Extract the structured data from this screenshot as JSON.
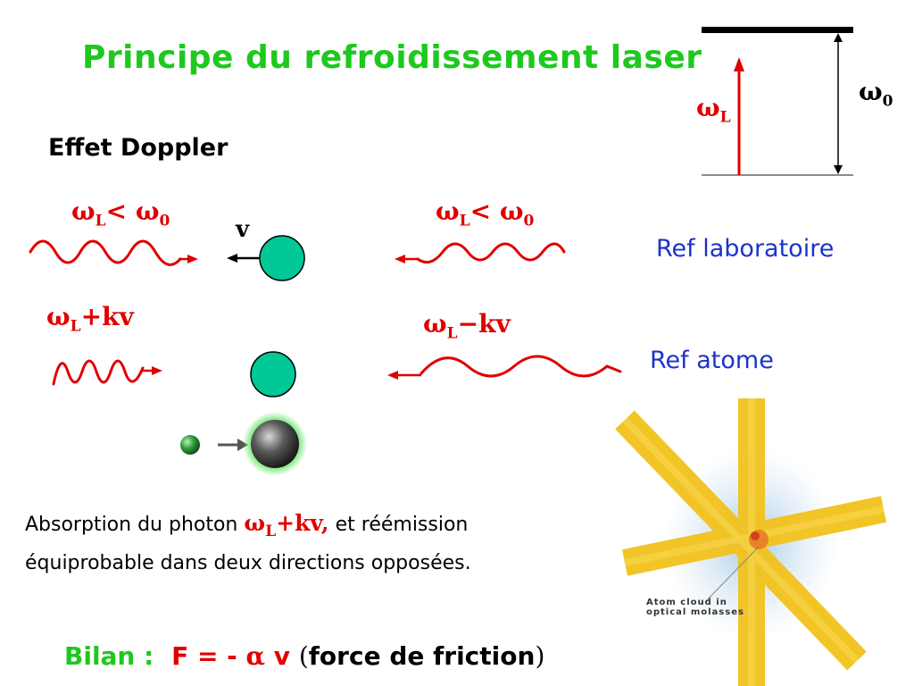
{
  "title": "Principe du refroidissement laser",
  "subtitle": "Effet Doppler",
  "energy_diagram": {
    "omega_L": "ω",
    "omega_L_sub": "L",
    "omega_0": "ω",
    "omega_0_sub": "0"
  },
  "row1": {
    "left_label": {
      "w": "ω",
      "sub": "L",
      "rel": "< ω",
      "sub2": "0"
    },
    "right_label": {
      "w": "ω",
      "sub": "L",
      "rel": "< ω",
      "sub2": "0"
    },
    "velocity": "v"
  },
  "row2": {
    "left_label": {
      "w": "ω",
      "sub": "L",
      "rest": "+kv"
    },
    "right_label": {
      "w": "ω",
      "sub": "L",
      "rest": "−kv"
    }
  },
  "ref_lab": "Ref laboratoire",
  "ref_atom": "Ref atome",
  "caption": {
    "line1_a": "Absorption du photon ",
    "sym_w": "ω",
    "sym_sub": "L",
    "sym_rest": "+kv,",
    "line1_b": " et réémission",
    "line2": "équiprobable dans deux directions opposées."
  },
  "molasses_label_1": "Atom cloud in",
  "molasses_label_2": "optical molasses",
  "bilan": {
    "label": "Bilan :",
    "formula": "F = - ",
    "alpha": "α",
    "v": " v ",
    "open": "(",
    "text": "force de friction",
    "close": ")"
  },
  "colors": {
    "title": "#1ec81e",
    "wave": "#e00000",
    "atom": "#00c896",
    "ref": "#1a33cc"
  }
}
